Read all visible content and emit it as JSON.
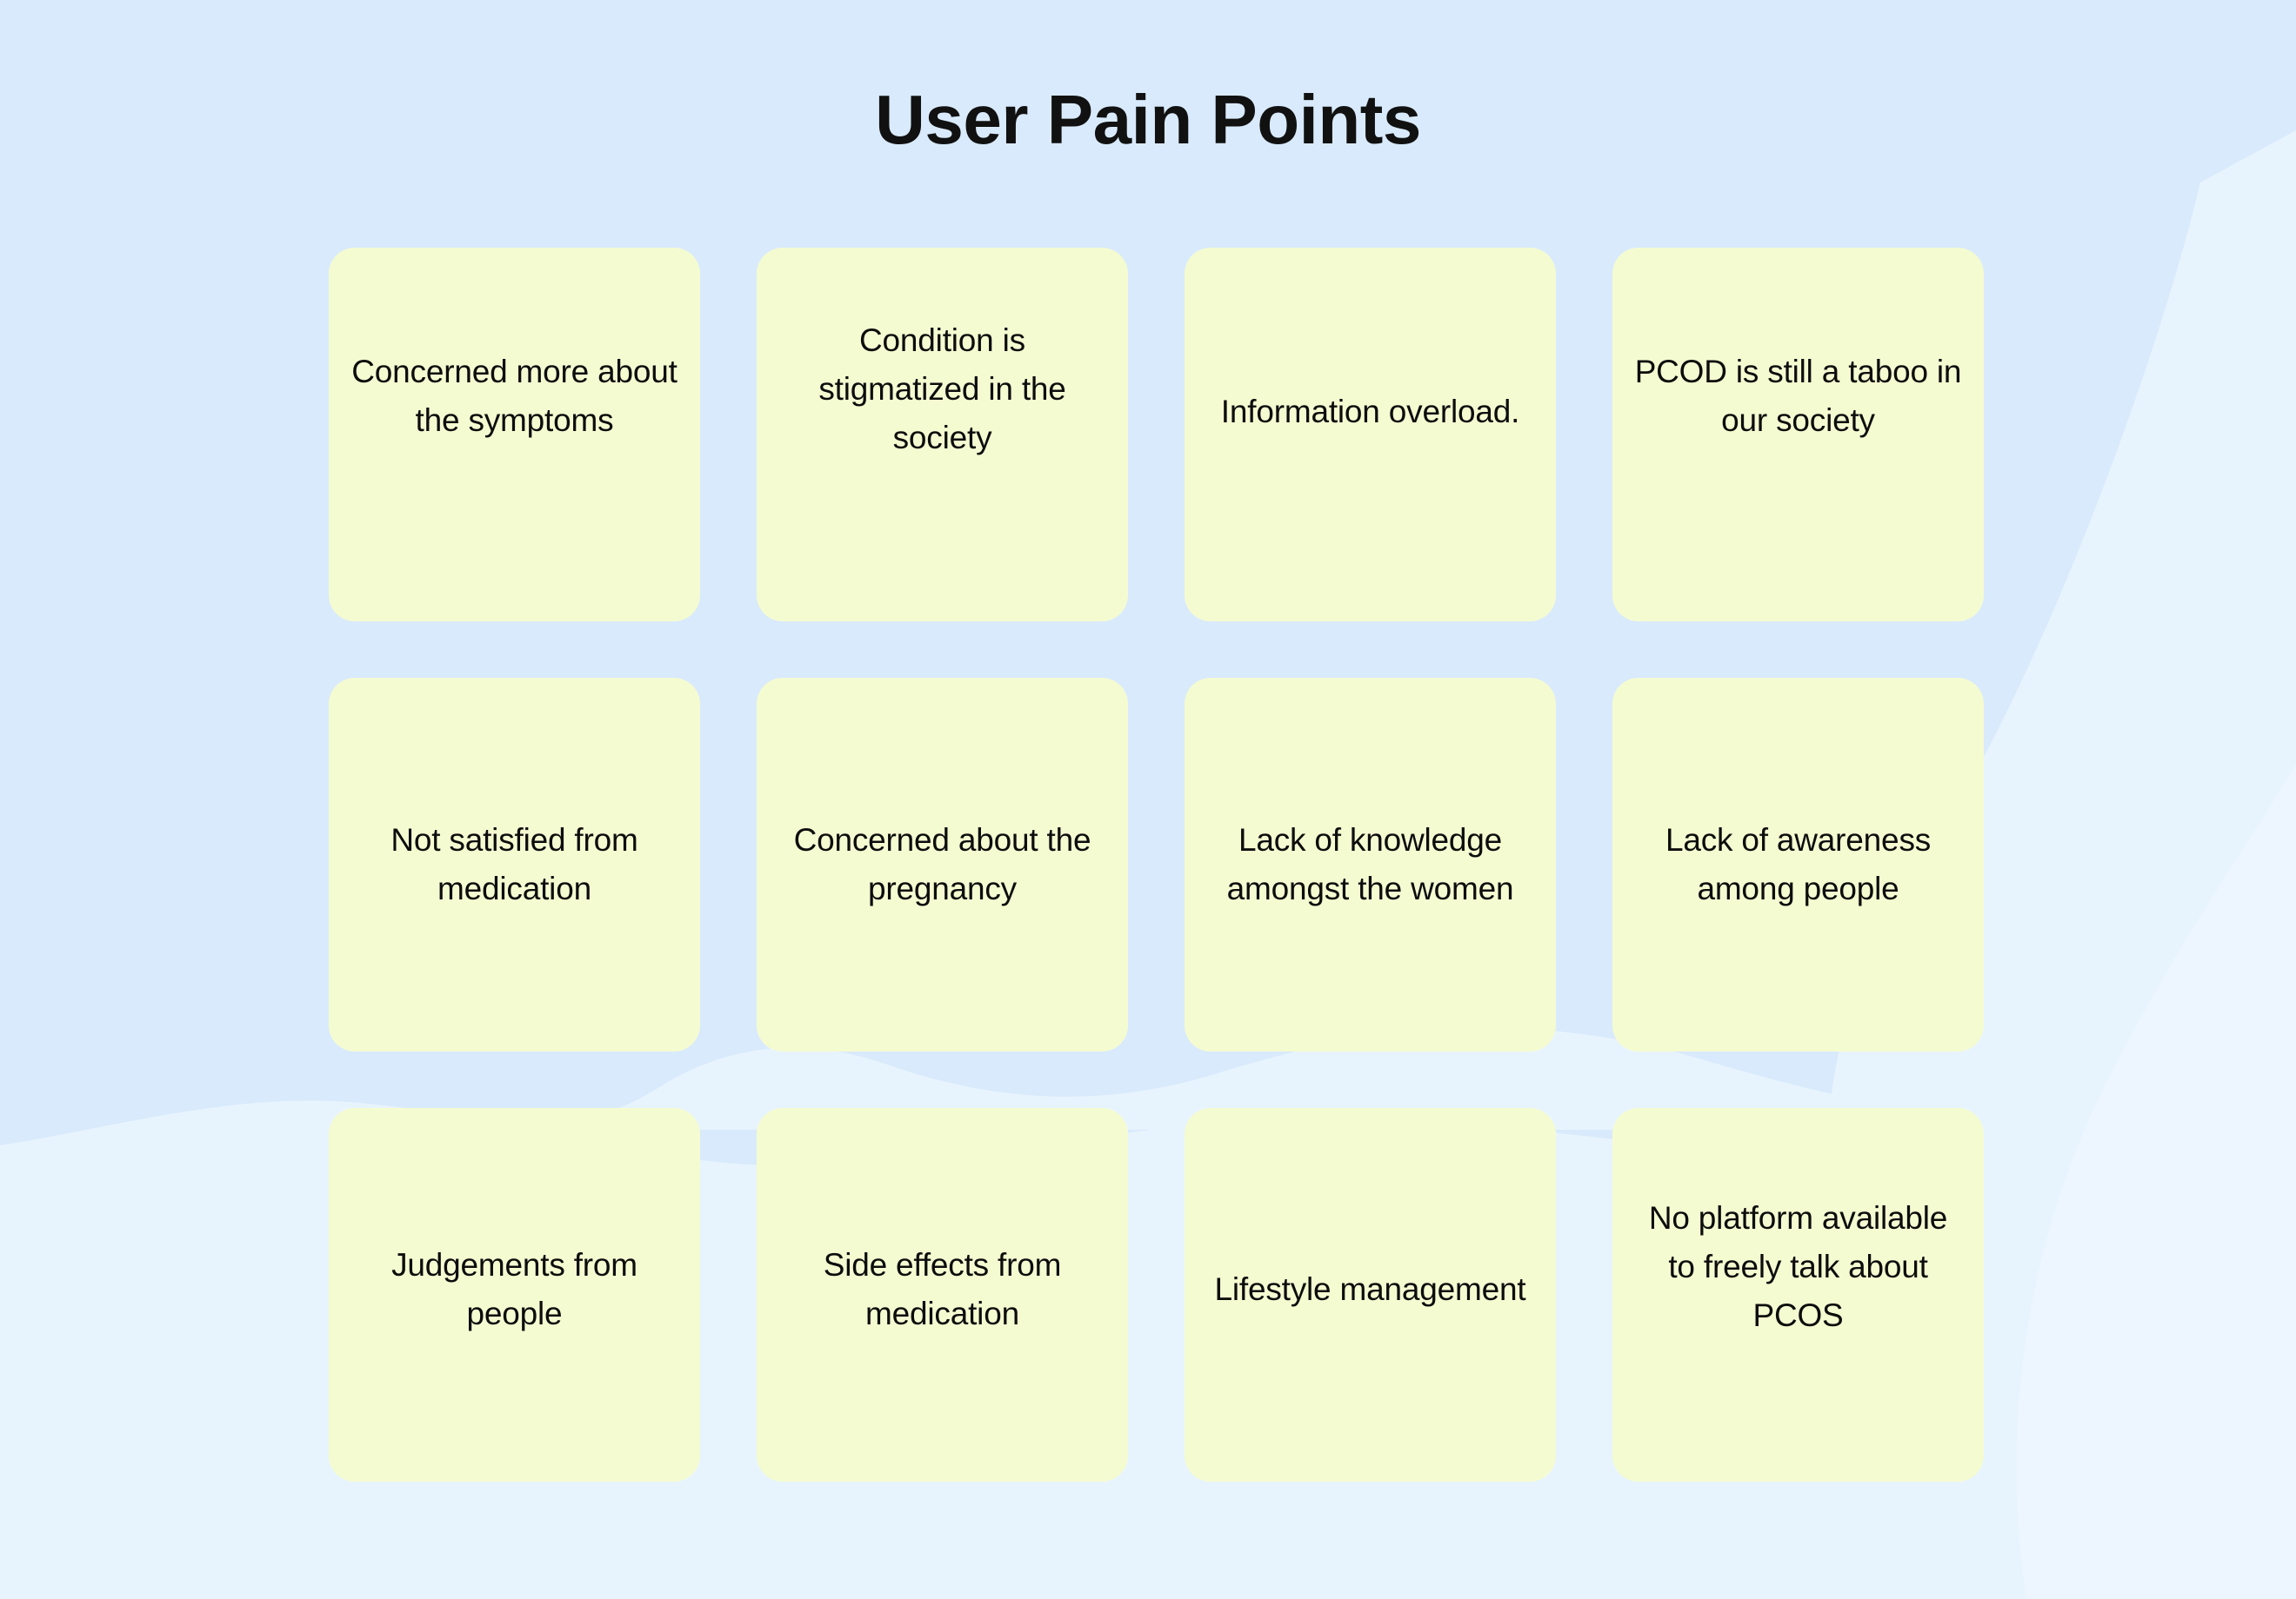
{
  "page": {
    "title": "User Pain Points",
    "background_color": "#d9eafc",
    "wave_light_color": "#e8f4fd",
    "wave_lighter_color": "#edf6fe",
    "card_color": "#f5fbd1",
    "text_color": "#0d0d0d",
    "title_color": "#111111"
  },
  "cards": [
    {
      "id": "concerned-symptoms",
      "label": "Concerned more about the symptoms"
    },
    {
      "id": "stigmatized",
      "label": "Condition is stigmatized in the society"
    },
    {
      "id": "information-overload",
      "label": "Information overload."
    },
    {
      "id": "pcod-taboo",
      "label": "PCOD is still a taboo in our society"
    },
    {
      "id": "medication-unsatisfied",
      "label": "Not satisfied from medication"
    },
    {
      "id": "pregnancy-concern",
      "label": "Concerned about the pregnancy"
    },
    {
      "id": "lack-knowledge-women",
      "label": "Lack of knowledge amongst the women"
    },
    {
      "id": "lack-awareness-people",
      "label": "Lack of awareness among people"
    },
    {
      "id": "judgements",
      "label": "Judgements from people"
    },
    {
      "id": "side-effects",
      "label": "Side effects from medication"
    },
    {
      "id": "lifestyle-management",
      "label": "Lifestyle management"
    },
    {
      "id": "no-platform",
      "label": "No platform available to freely talk about PCOS"
    }
  ]
}
